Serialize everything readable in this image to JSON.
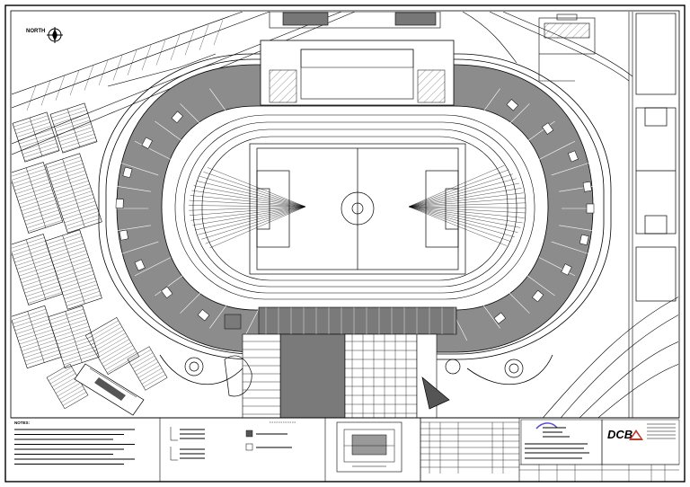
{
  "north_label": "NORTH",
  "north_icon": "north-arrow-icon",
  "field_center_label": "",
  "notes": {
    "heading": "NOTES:",
    "lines": []
  },
  "legend": {
    "title": "",
    "items": []
  },
  "key_plan": {
    "caption": ""
  },
  "title_block": {
    "company_logo": "DCB",
    "drawing_title": "",
    "revision_rows": []
  },
  "colors": {
    "line": "#000000",
    "seating_fill": "#8c8c8c",
    "building_fill": "#7a7a7a",
    "background": "#ffffff"
  }
}
